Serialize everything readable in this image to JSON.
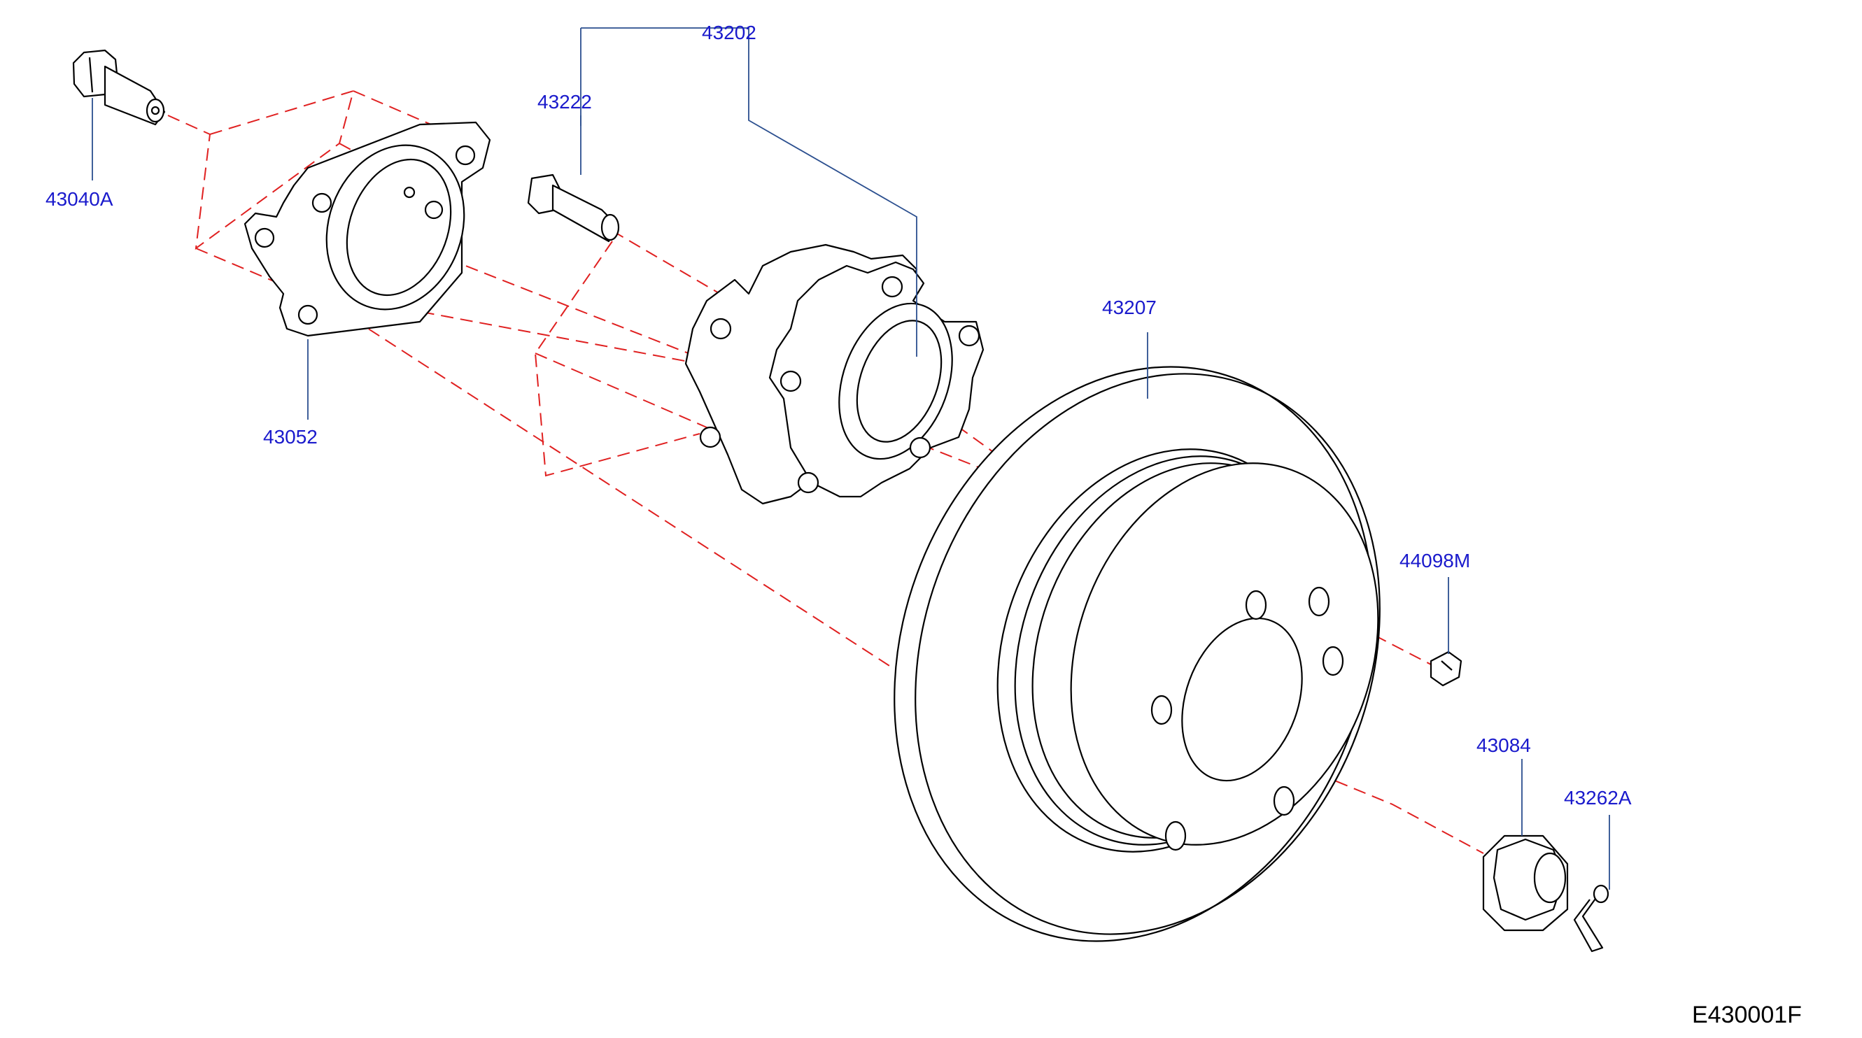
{
  "diagram_code": "E430001F",
  "label_color": "#1a1acc",
  "axis_color": "#e02020",
  "leader_color": "#2b4f8f",
  "parts": [
    {
      "id": "p-43202",
      "number": "43202",
      "component": "hub-bearing-assembly"
    },
    {
      "id": "p-43222",
      "number": "43222",
      "component": "hub-bolt"
    },
    {
      "id": "p-43040A",
      "number": "43040A",
      "component": "mounting-bolt"
    },
    {
      "id": "p-43052",
      "number": "43052",
      "component": "backing-plate"
    },
    {
      "id": "p-43207",
      "number": "43207",
      "component": "brake-rotor"
    },
    {
      "id": "p-44098M",
      "number": "44098M",
      "component": "rotor-plug"
    },
    {
      "id": "p-43084",
      "number": "43084",
      "component": "axle-nut"
    },
    {
      "id": "p-43262A",
      "number": "43262A",
      "component": "cotter-pin"
    }
  ]
}
